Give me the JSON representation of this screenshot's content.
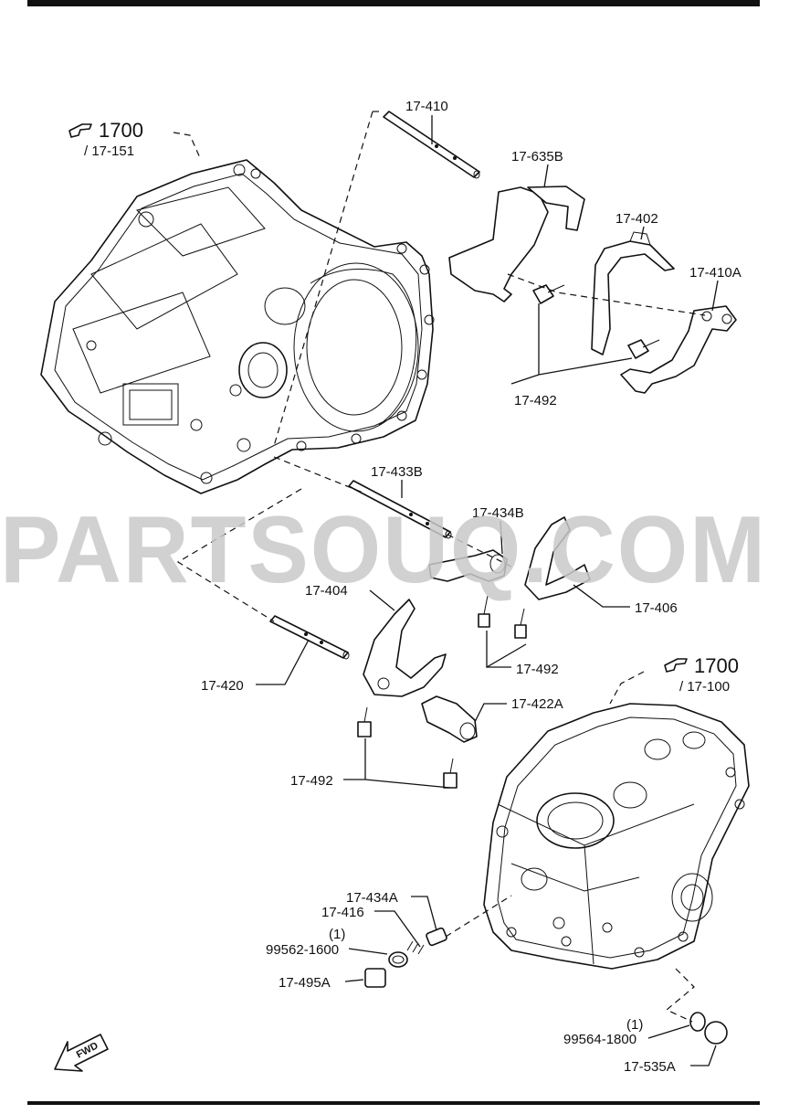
{
  "watermark": "PARTSOUQ.COM",
  "ref_top": {
    "number": "1700",
    "sub": "/ 17-151"
  },
  "ref_bottom": {
    "number": "1700",
    "sub": "/ 17-100"
  },
  "fwd_label": "FWD",
  "parts": {
    "p17_410": "17-410",
    "p17_635B": "17-635B",
    "p17_402": "17-402",
    "p17_410A": "17-410A",
    "p17_492_a": "17-492",
    "p17_433B": "17-433B",
    "p17_434B": "17-434B",
    "p17_404": "17-404",
    "p17_406": "17-406",
    "p17_492_b": "17-492",
    "p17_420": "17-420",
    "p17_422A": "17-422A",
    "p17_492_c": "17-492",
    "p17_434A": "17-434A",
    "p17_416": "17-416",
    "qty_99562": "(1)",
    "p99562_1600": "99562-1600",
    "p17_495A": "17-495A",
    "qty_99564": "(1)",
    "p99564_1800": "99564-1800",
    "p17_535A": "17-535A"
  }
}
